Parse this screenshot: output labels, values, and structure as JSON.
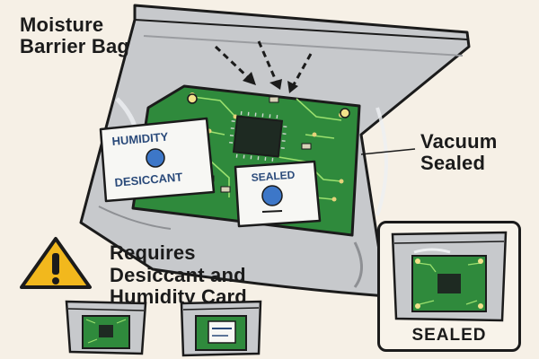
{
  "labels": {
    "bag_title_line1": "Moisture",
    "bag_title_line2": "Barrier Bag",
    "vacuum_line1": "Vacuum",
    "vacuum_line2": "Sealed",
    "requires_line1": "Requires",
    "requires_line2": "Desiccant and",
    "requires_line3": "Humidity Card"
  },
  "cards": {
    "humidity": "HUMIDITY",
    "desiccant": "DESICCANT",
    "sealed": "SEALED"
  },
  "sealed_panel": {
    "label": "SEALED"
  },
  "colors": {
    "background": "#f6f0e6",
    "bag": "#c7c9cc",
    "pcb": "#2f8a3c",
    "chip": "#1e2a22",
    "dot": "#3d77c8",
    "warning": "#f2b81d"
  }
}
